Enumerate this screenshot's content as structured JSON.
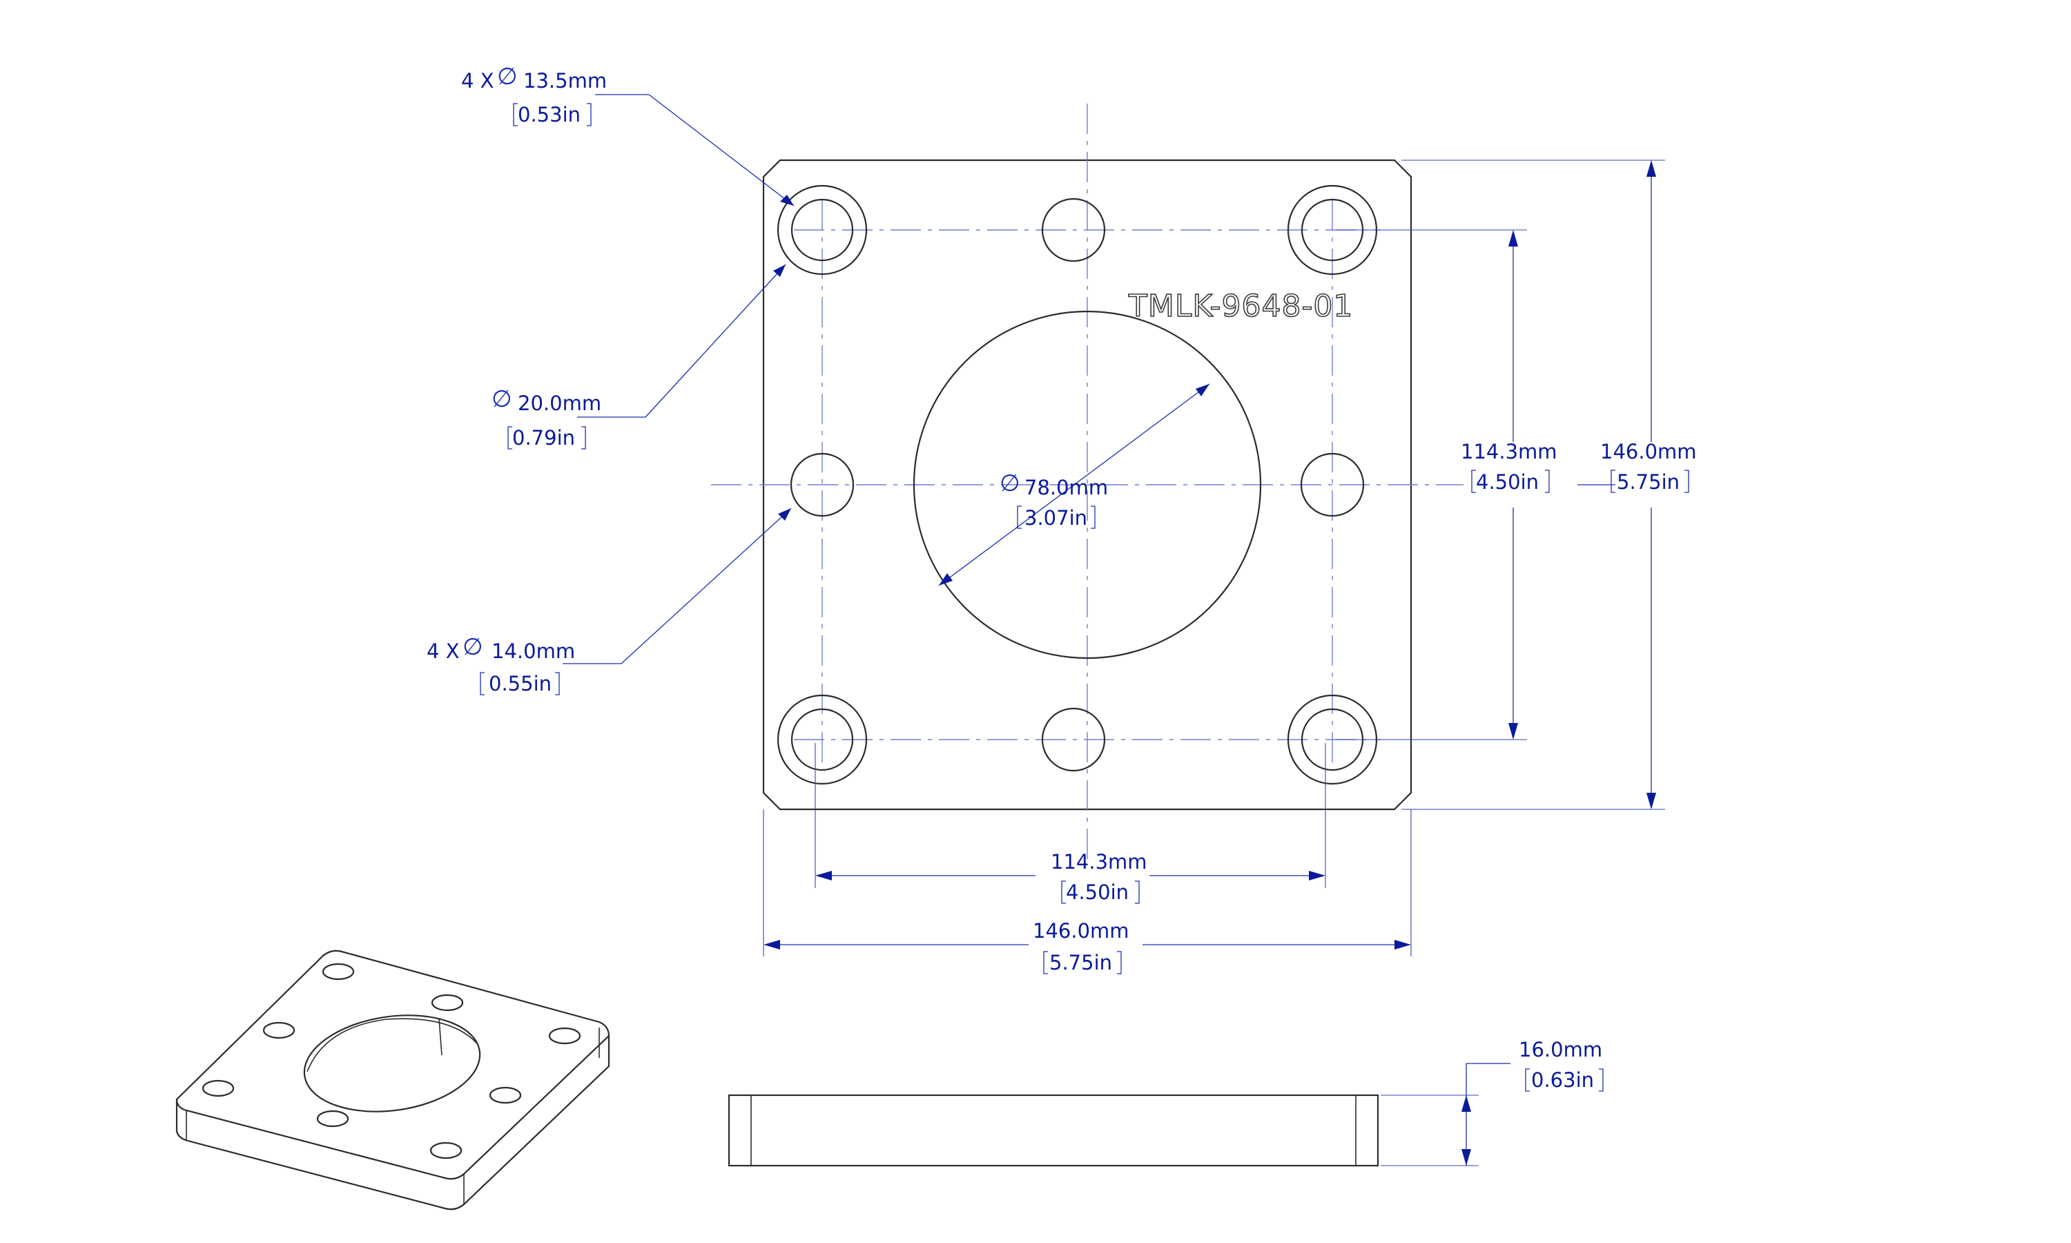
{
  "part_label": "TMLK-9648-01",
  "colors": {
    "dimension": "#0a1a9a",
    "outline": "#2b2b2b",
    "centerline": "#6e7fd1"
  },
  "icons": {
    "diameter": "diameter-symbol"
  },
  "callouts": {
    "counterbore_hole": {
      "qty": "4 X",
      "mm": "13.5mm",
      "in": "0.53in"
    },
    "counterbore_dia": {
      "mm": "20.0mm",
      "in": "0.79in"
    },
    "side_hole": {
      "qty": "4 X",
      "mm": "14.0mm",
      "in": "0.55in"
    },
    "center_bore": {
      "mm": "78.0mm",
      "in": "3.07in"
    }
  },
  "dimensions": {
    "bolt_vertical": {
      "mm": "114.3mm",
      "in": "4.50in"
    },
    "overall_vertical": {
      "mm": "146.0mm",
      "in": "5.75in"
    },
    "bolt_horizontal": {
      "mm": "114.3mm",
      "in": "4.50in"
    },
    "overall_horizontal": {
      "mm": "146.0mm",
      "in": "5.75in"
    },
    "thickness": {
      "mm": "16.0mm",
      "in": "0.63in"
    }
  }
}
